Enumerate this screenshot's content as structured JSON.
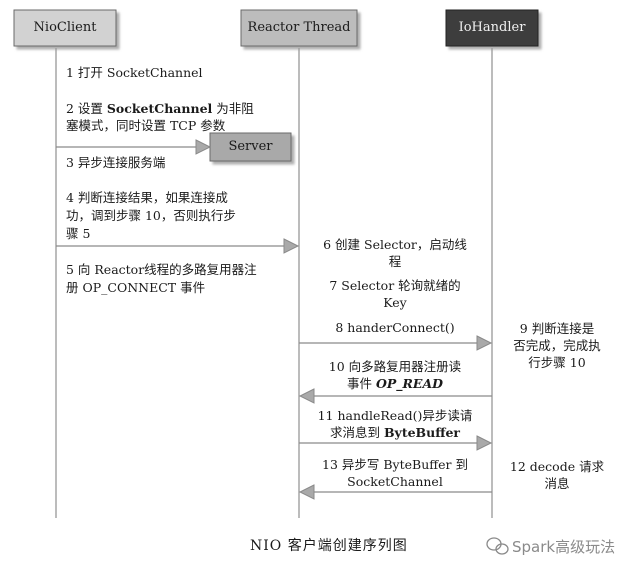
{
  "participants": {
    "nio_client": "NioClient",
    "reactor_thread": "Reactor Thread",
    "io_handler": "IoHandler",
    "server": "Server"
  },
  "steps": {
    "s1": "1  打开  SocketChannel",
    "s2_a": "2  设置 ",
    "s2_b": "SocketChannel",
    "s2_c": " 为非阻",
    "s2_d": "塞模式，同时设置 TCP 参数",
    "s3": "3  异步连接服务端",
    "s4_l1": "4  判断连接结果，如果连接成",
    "s4_l2": "功，调到步骤  10，否则执行步",
    "s4_l3": "骤 5",
    "s5_l1": "5  向 Reactor线程的多路复用器注",
    "s5_l2": "册  OP_CONNECT 事件",
    "s6_l1": "6  创建 Selector，启动线",
    "s6_l2": "程",
    "s7_l1": "7 Selector 轮询就绪的",
    "s7_l2": "Key",
    "s8": "8 handerConnect()",
    "s9_l1": "9  判断连接是",
    "s9_l2": "否完成，完成执",
    "s9_l3": "行步骤 10",
    "s10_l1": "10  向多路复用器注册读",
    "s10_l2a": "事件 ",
    "s10_l2b": "OP_READ",
    "s11_l1": "11 handleRead()异步读请",
    "s11_l2a": "求消息到 ",
    "s11_l2b": "ByteBuffer",
    "s12_l1": "12 decode  请求",
    "s12_l2": "消息",
    "s13_l1": "13  异步写  ByteBuffer 到",
    "s13_l2": "SocketChannel"
  },
  "caption": "NIO 客户端创建序列图",
  "watermark": "Spark高级玩法",
  "colors": {
    "nio_client_box": "#d2d2d2",
    "reactor_box": "#bcbcbc",
    "iohandler_box": "#3d3d3d",
    "server_box": "#a9a9a9",
    "line": "#7a7a7a",
    "arrow": "#a9a9a9"
  }
}
